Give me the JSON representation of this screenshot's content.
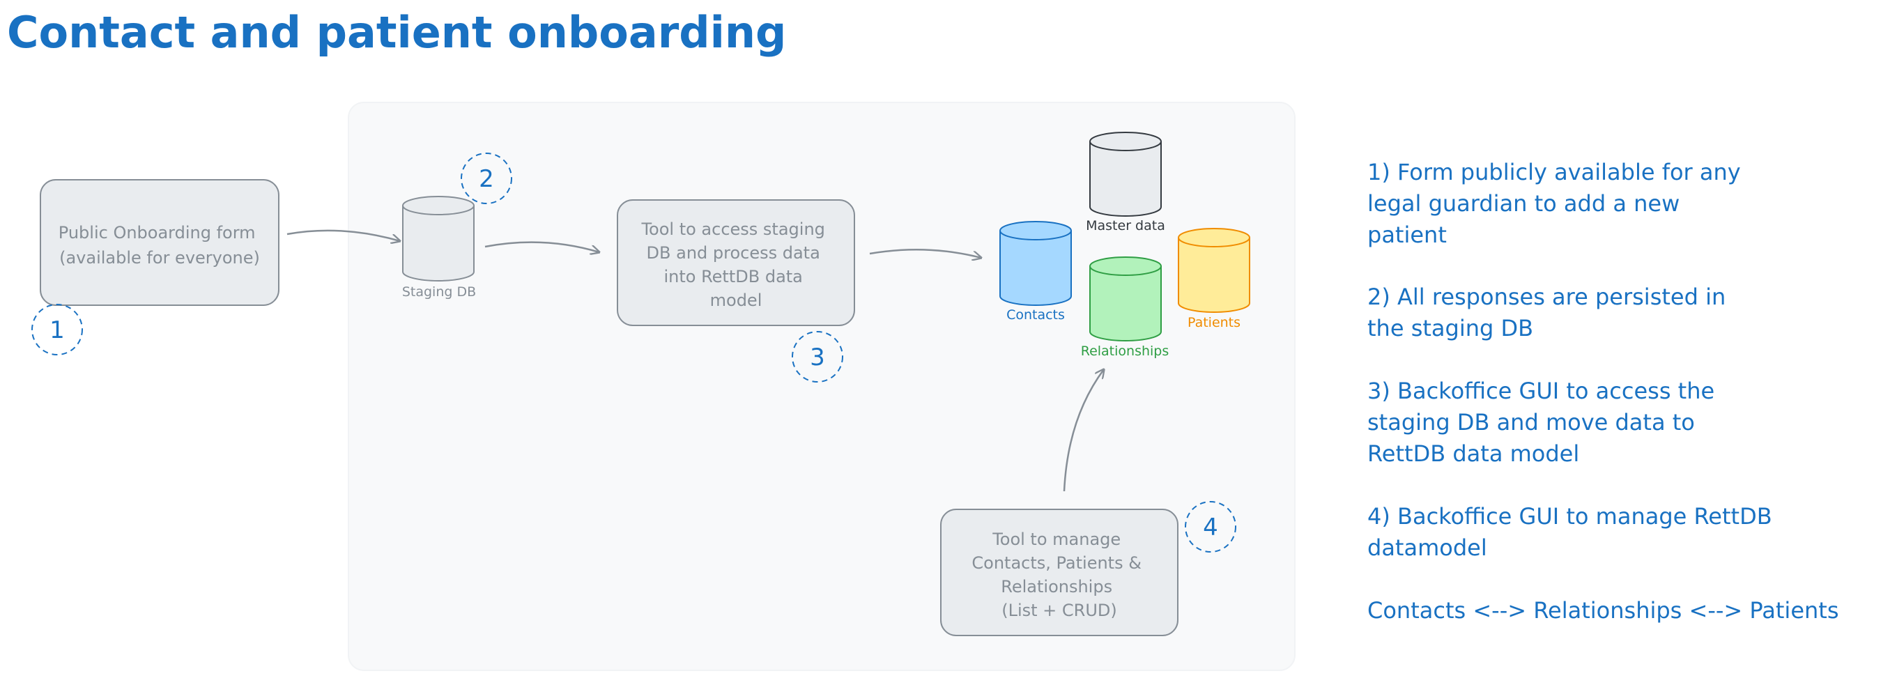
{
  "title": "Contact and patient onboarding",
  "colors": {
    "title": "#1971c2",
    "note_text": "#1971c2",
    "stroke": "#868e96",
    "box_fill": "#e9ecef",
    "region_fill": "#f8f9fa",
    "contacts_fill": "#a5d8ff",
    "contacts_stroke": "#1971c2",
    "relationships_fill": "#b2f2bb",
    "relationships_stroke": "#2f9e44",
    "patients_fill": "#ffec99",
    "patients_stroke": "#f08c00",
    "master_stroke": "#343a40"
  },
  "boxes": {
    "public_form": [
      "Public Onboarding form",
      "(available for everyone)"
    ],
    "staging_tool": [
      "Tool to access staging",
      "DB and process data",
      "into RettDB data",
      "model"
    ],
    "manage_tool": [
      "Tool to manage",
      "Contacts, Patients &",
      "Relationships",
      "(List + CRUD)"
    ]
  },
  "databases": {
    "staging": "Staging DB",
    "master": "Master data",
    "contacts": "Contacts",
    "relationships": "Relationships",
    "patients": "Patients"
  },
  "badges": {
    "b1": "1",
    "b2": "2",
    "b3": "3",
    "b4": "4"
  },
  "notes": [
    [
      "1) Form publicly available for any",
      "legal guardian to add a new",
      "patient"
    ],
    [
      "2) All responses are persisted in",
      "the staging DB"
    ],
    [
      "3) Backoffice GUI to access the",
      "staging DB and move data to",
      "RettDB data model"
    ],
    [
      "4) Backoffice GUI to manage RettDB",
      "datamodel"
    ],
    [
      "Contacts <--> Relationships <--> Patients"
    ]
  ]
}
